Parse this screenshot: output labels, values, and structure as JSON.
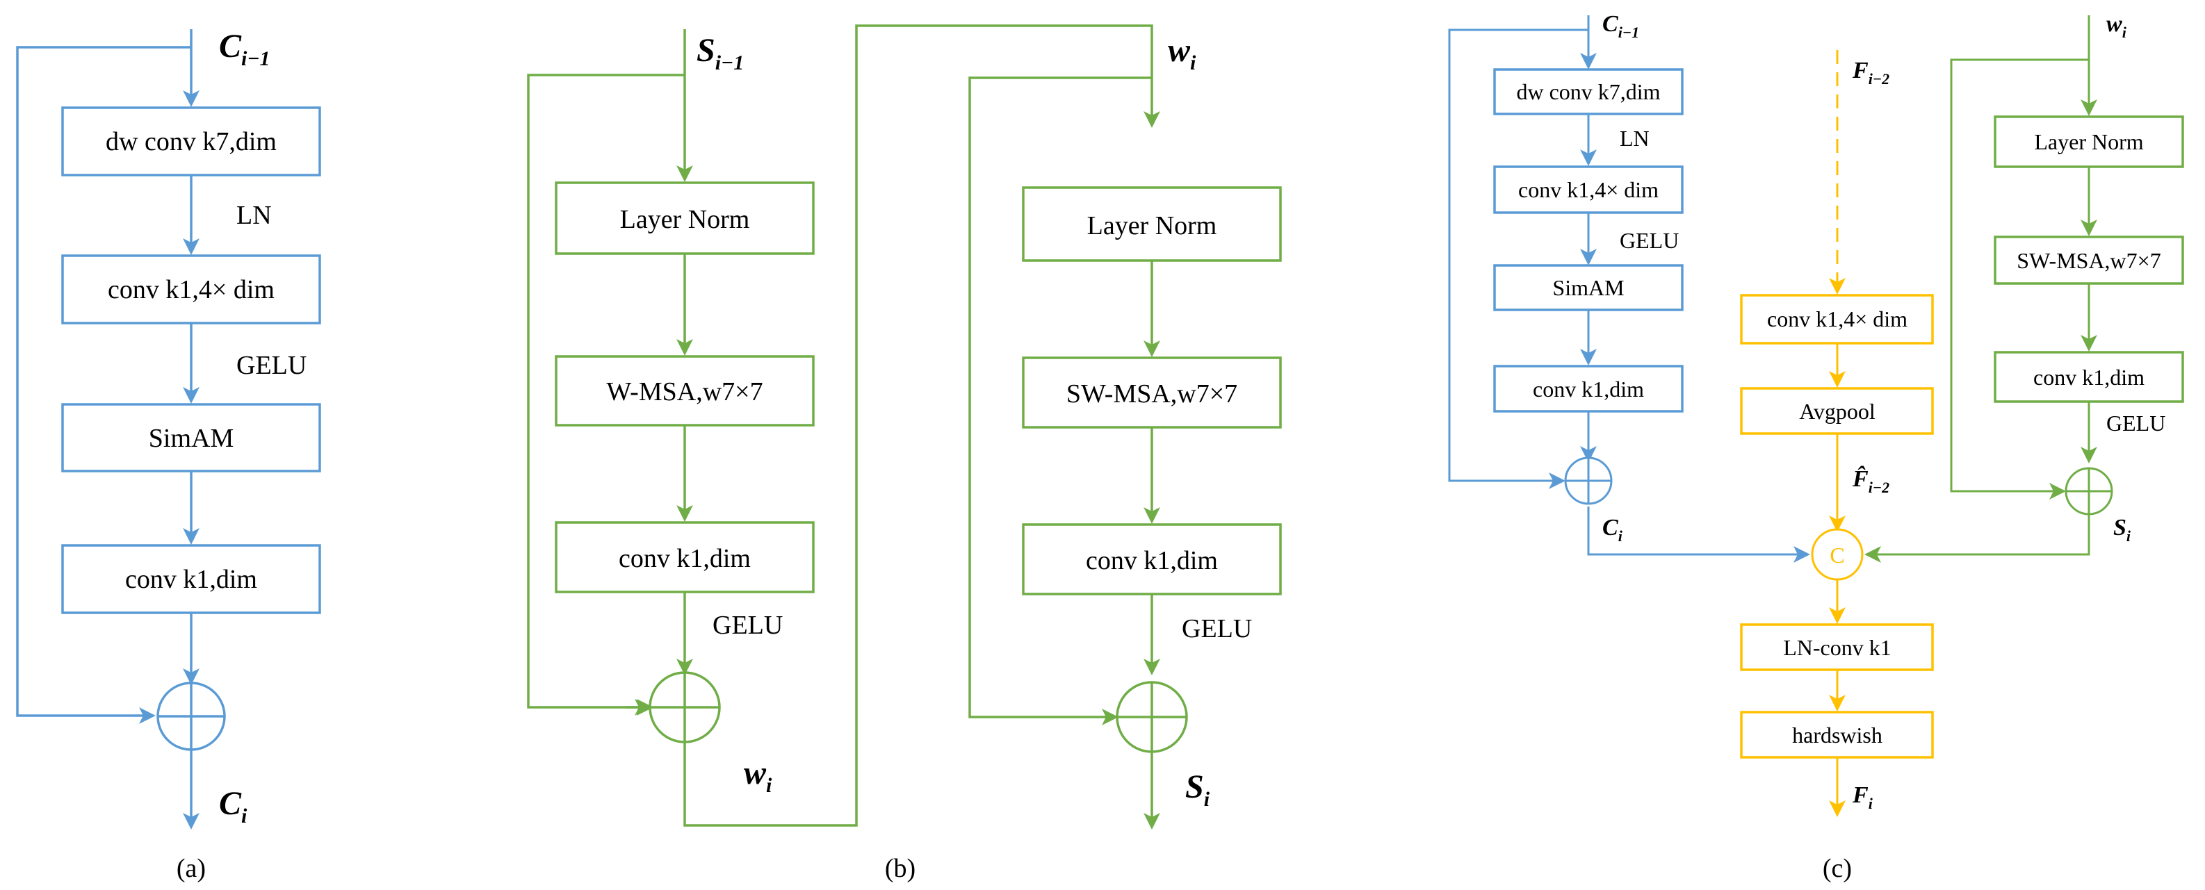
{
  "panel_a": {
    "caption": "(a)",
    "input": {
      "base": "C",
      "sub": "i−1"
    },
    "output": {
      "base": "C",
      "sub": "i"
    },
    "boxes": [
      "dw conv k7,dim",
      "conv k1,4× dim",
      "SimAM",
      "conv k1,dim"
    ],
    "labels": [
      "LN",
      "GELU"
    ]
  },
  "panel_b": {
    "caption": "(b)",
    "input": {
      "base": "S",
      "sub": "i−1"
    },
    "mid": {
      "base": "w",
      "sub": "i"
    },
    "mid_top": {
      "base": "w",
      "sub": "i"
    },
    "output": {
      "base": "S",
      "sub": "i"
    },
    "left_boxes": [
      "Layer Norm",
      "W-MSA,w7×7",
      "conv k1,dim"
    ],
    "right_boxes": [
      "Layer Norm",
      "SW-MSA,w7×7",
      "conv k1,dim"
    ],
    "labels": [
      "GELU",
      "GELU"
    ]
  },
  "panel_c": {
    "caption": "(c)",
    "left_input": {
      "base": "C",
      "sub": "i−1"
    },
    "left_output": {
      "base": "C",
      "sub": "i"
    },
    "left_boxes": [
      "dw conv k7,dim",
      "conv k1,4× dim",
      "SimAM",
      "conv k1,dim"
    ],
    "left_labels": [
      "LN",
      "GELU"
    ],
    "mid_input": {
      "base": "F",
      "sub": "i−2"
    },
    "mid_hat": {
      "base": "F̂",
      "sub": "i−2"
    },
    "mid_boxes": [
      "conv k1,4× dim",
      "Avgpool"
    ],
    "concat": "C",
    "bottom_boxes": [
      "LN-conv k1",
      "hardswish"
    ],
    "mid_output": {
      "base": "F",
      "sub": "i"
    },
    "right_input": {
      "base": "w",
      "sub": "i"
    },
    "right_output": {
      "base": "S",
      "sub": "i"
    },
    "right_boxes": [
      "Layer Norm",
      "SW-MSA,w7×7",
      "conv k1,dim"
    ],
    "right_labels": [
      "GELU"
    ]
  },
  "colors": {
    "convnext": "#5b9bd5",
    "swin": "#70ad47",
    "fusion": "#ffc000"
  }
}
